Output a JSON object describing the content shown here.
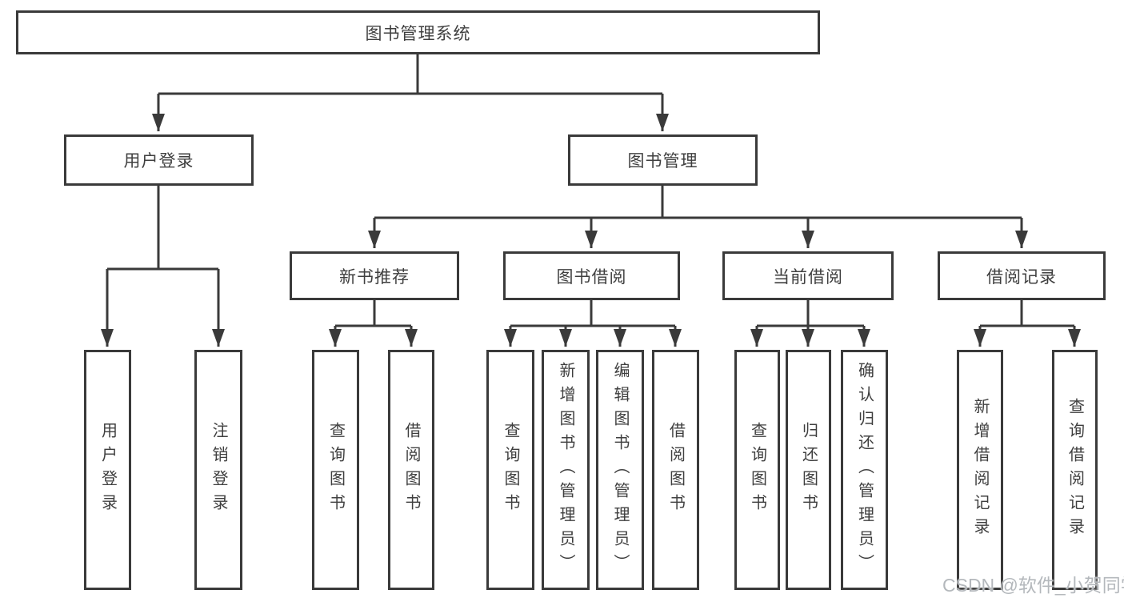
{
  "diagram": {
    "root": {
      "label": "图书管理系统"
    },
    "level2": [
      {
        "label": "用户登录"
      },
      {
        "label": "图书管理"
      }
    ],
    "level3": [
      {
        "label": "新书推荐"
      },
      {
        "label": "图书借阅"
      },
      {
        "label": "当前借阅"
      },
      {
        "label": "借阅记录"
      }
    ],
    "leaves": [
      {
        "label": "用户登录",
        "parent": "用户登录"
      },
      {
        "label": "注销登录",
        "parent": "用户登录"
      },
      {
        "label": "查询图书",
        "parent": "新书推荐"
      },
      {
        "label": "借阅图书",
        "parent": "新书推荐"
      },
      {
        "label": "查询图书",
        "parent": "图书借阅"
      },
      {
        "label": "新增图书（管理员）",
        "parent": "图书借阅"
      },
      {
        "label": "编辑图书（管理员）",
        "parent": "图书借阅"
      },
      {
        "label": "借阅图书",
        "parent": "图书借阅"
      },
      {
        "label": "查询图书",
        "parent": "当前借阅"
      },
      {
        "label": "归还图书",
        "parent": "当前借阅"
      },
      {
        "label": "确认归还（管理员）",
        "parent": "当前借阅"
      },
      {
        "label": "新增借阅记录",
        "parent": "借阅记录"
      },
      {
        "label": "查询借阅记录",
        "parent": "借阅记录"
      }
    ]
  },
  "watermark": {
    "text": "CSDN @软件_小贺同学"
  },
  "colors": {
    "line": "#3a3a3a",
    "box_border": "#3a3a3a",
    "text": "#3f3f3f",
    "watermark": "#b4b8bc",
    "background": "#ffffff"
  }
}
